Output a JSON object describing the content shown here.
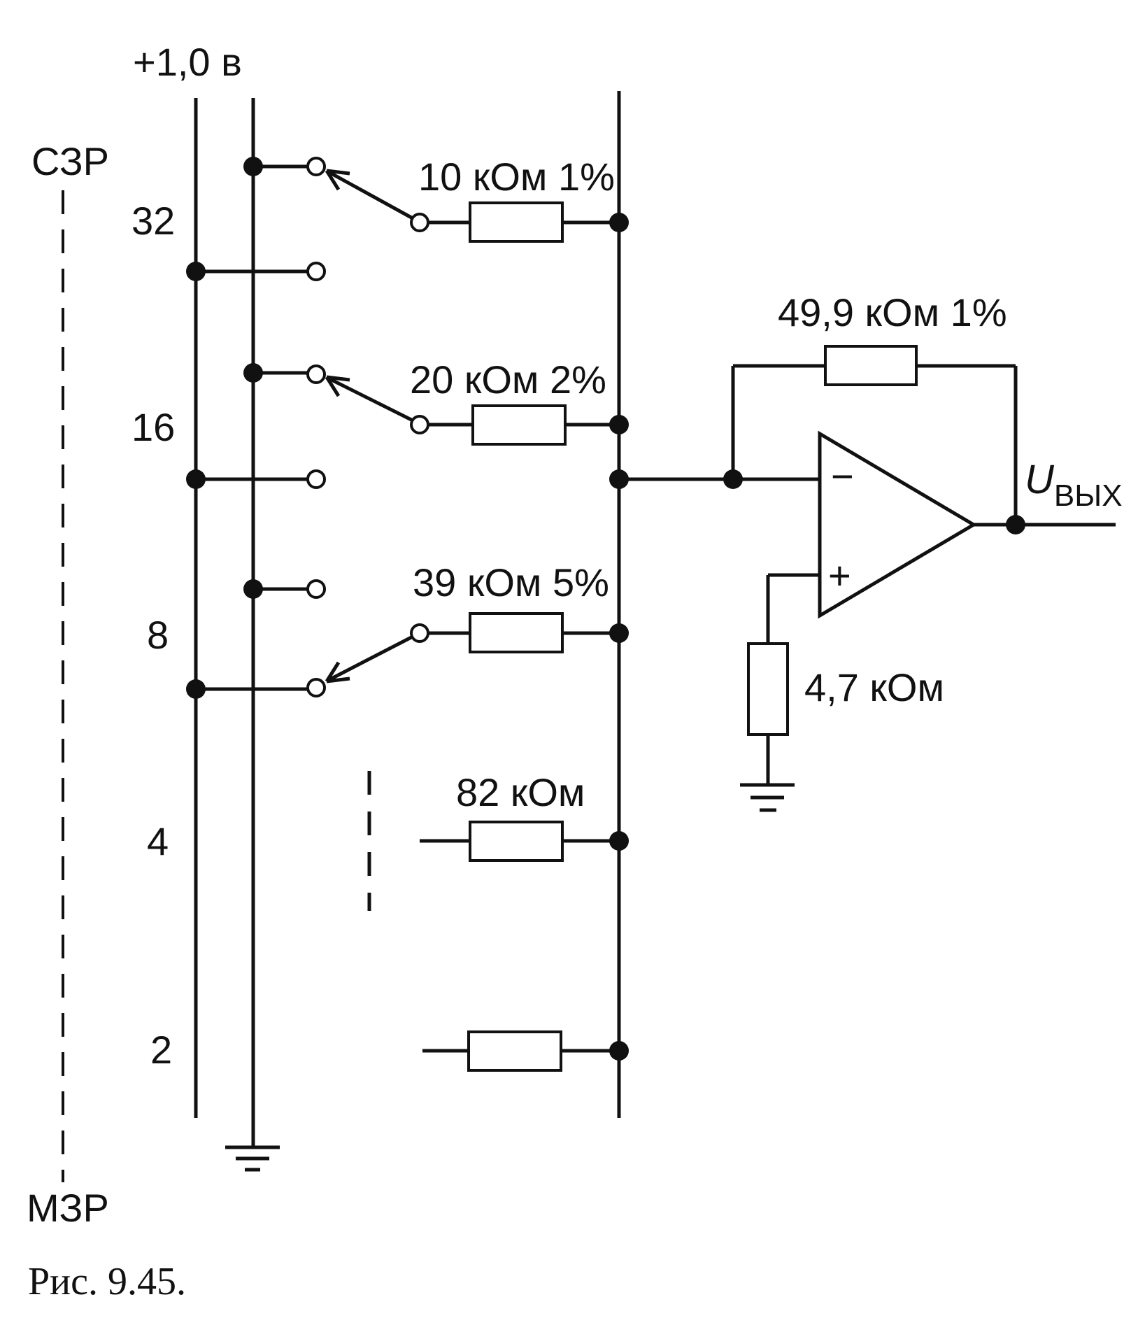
{
  "supply_label": "+1,0 в",
  "msb_label": "СЗР",
  "lsb_label": "МЗР",
  "bit_weights": [
    "32",
    "16",
    "8",
    "4",
    "2"
  ],
  "resistors": {
    "r32": "10 кОм 1%",
    "r16": "20 кОм 2%",
    "r8": "39 кОм  5%",
    "r4": "82 кОм",
    "feedback": "49,9 кОм 1%",
    "bias": "4,7 кОм"
  },
  "opamp": {
    "minus": "−",
    "plus": "+"
  },
  "output": {
    "symbol": "U",
    "subscript": "ВЫХ"
  },
  "caption": "Рис.  9.45."
}
